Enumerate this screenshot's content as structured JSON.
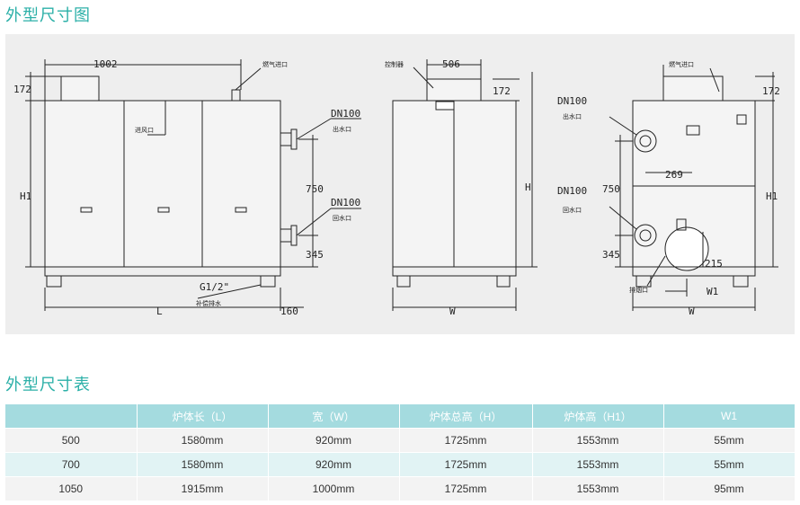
{
  "titles": {
    "outline_drawing": "外型尺寸图",
    "dimension_table": "外型尺寸表"
  },
  "drawing": {
    "front": {
      "dim_top": "1002",
      "dim_172": "172",
      "gas_inlet": "燃气进口",
      "air_inlet": "进风口",
      "dn_out": "DN100",
      "water_out": "出水口",
      "dim_750": "750",
      "dn_in": "DN100",
      "water_in": "回水口",
      "dim_345": "345",
      "h1": "H1",
      "g12": "G1/2\"",
      "drain": "补偿排水",
      "l": "L",
      "d160": "160"
    },
    "side": {
      "controller": "控制器",
      "dim_506": "506",
      "dim_172": "172",
      "h": "H",
      "w": "W"
    },
    "back": {
      "gas_inlet": "燃气进口",
      "dim_172": "172",
      "dn_out": "DN100",
      "water_out": "出水口",
      "dim_269": "269",
      "dim_750": "750",
      "dn_in": "DN100",
      "water_in": "回水口",
      "dim_345": "345",
      "dim_215": "215",
      "exhaust": "排烟口",
      "w1": "W1",
      "w": "W",
      "h1": "H1"
    }
  },
  "table": {
    "headers": [
      "",
      "炉体长（L）",
      "宽（W）",
      "炉体总高（H）",
      "炉体高（H1）",
      "W1"
    ],
    "rows": [
      [
        "500",
        "1580mm",
        "920mm",
        "1725mm",
        "1553mm",
        "55mm"
      ],
      [
        "700",
        "1580mm",
        "920mm",
        "1725mm",
        "1553mm",
        "55mm"
      ],
      [
        "1050",
        "1915mm",
        "1000mm",
        "1725mm",
        "1553mm",
        "95mm"
      ]
    ]
  }
}
